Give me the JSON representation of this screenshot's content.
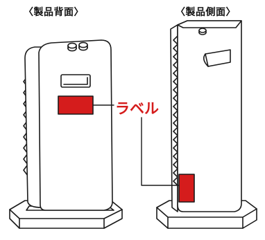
{
  "captions": {
    "back": "〈製品背面〉",
    "side": "〈製品側面〉"
  },
  "callout": {
    "text": "ラベル"
  },
  "colors": {
    "label_red": "#d51c1c",
    "outline": "#1a1a1a"
  }
}
